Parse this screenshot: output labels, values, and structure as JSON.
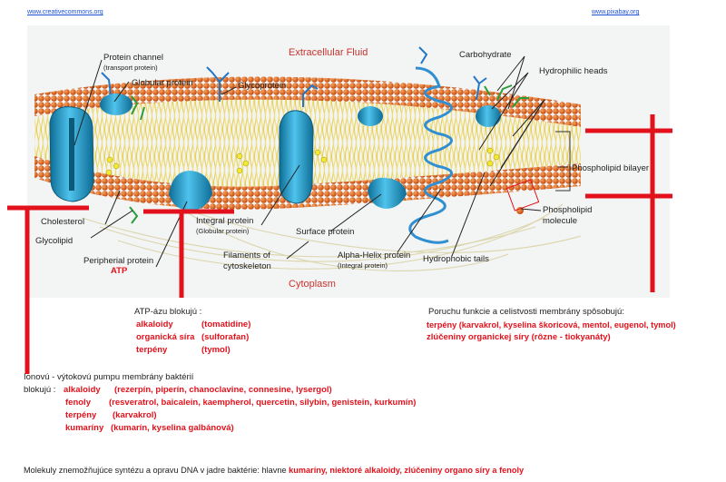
{
  "header": {
    "left_link": "www.creativecommons.org",
    "right_link": "www.pixabay.org"
  },
  "diagram": {
    "title_top": "Extracellular Fluid",
    "title_bottom": "Cytoplasm",
    "labels": {
      "protein_channel": "Protein channel",
      "protein_channel_sub": "(transport protein)",
      "globular_protein": "Globular protein",
      "glycoprotein": "Glycoprotein",
      "carbohydrate": "Carbohydrate",
      "hydrophilic_heads": "Hydrophilic heads",
      "phospholipid_bilayer": "Phospholipid bilayer",
      "phospholipid_molecule_1": "Phospholipid",
      "phospholipid_molecule_2": "molecule",
      "cholesterol": "Cholesterol",
      "glycolipid": "Glycolipid",
      "peripheral_protein": "Peripherial protein",
      "atp": "ATP",
      "integral_protein": "Integral protein",
      "integral_protein_sub": "(Globular protein)",
      "surface_protein": "Surface protein",
      "filaments_1": "Filaments of",
      "filaments_2": "cytoskeleton",
      "alpha_helix": "Alpha-Helix protein",
      "alpha_helix_sub": "(Integral protein)",
      "hydrophobic_tails": "Hydrophobic tails"
    }
  },
  "atpase": {
    "heading": "ATP-ázu blokujú :",
    "rows": [
      {
        "name": "alkaloidy",
        "detail": "(tomatidine)"
      },
      {
        "name": "organická síra",
        "detail": "(sulforafan)"
      },
      {
        "name": "terpény",
        "detail": "(tymol)"
      }
    ]
  },
  "membrane": {
    "heading": "Poruchu funkcie  a celistvosti membrány spôsobujú:",
    "line1": "terpény (karvakrol,  kyselina škoricová, mentol, eugenol, tymol)",
    "line2": "zlúčeniny organickej síry  (rôzne  - tiokyanáty)"
  },
  "ion_pump": {
    "heading": "Ionovú  - výtokovú pumpu  membrány baktérií",
    "prefix": "blokujú :",
    "rows": [
      {
        "name": "alkaloidy",
        "detail": "(rezerpín, piperín, chanoclavine, connesine, lysergol)"
      },
      {
        "name": "fenoly",
        "detail": "(resveratrol, baicalein, kaempherol, quercetin, silybin, genistein, kurkumín)"
      },
      {
        "name": "terpény",
        "detail": "(karvakrol)"
      },
      {
        "name": "kumaríny",
        "detail": "(kumarín, kyselina galbánová)"
      }
    ]
  },
  "dna": {
    "prefix": "Molekuly  znemožňujúce syntézu  a opravu DNA v jadre baktérie:  hlavne",
    "highlight": "kumaríny,  niektoré alkaloidy, zlúčeniny organo síry  a fenoly"
  },
  "colors": {
    "accent_red": "#e3111b",
    "head_orange": "#d9540f",
    "protein_blue": "#1f8fbf",
    "tail_yellow": "#e9d15a"
  }
}
